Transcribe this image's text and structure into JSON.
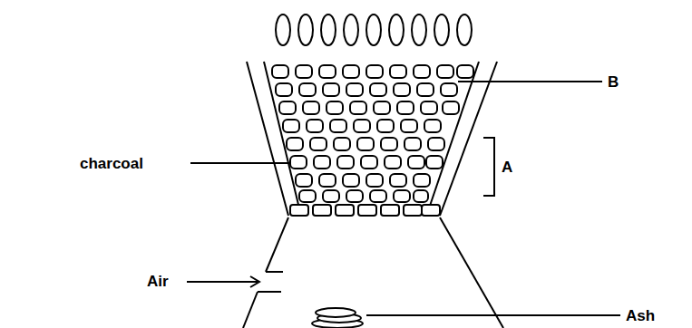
{
  "diagram": {
    "labels": [
      "B",
      "charcoal",
      "A",
      "Air",
      "Ash"
    ]
  }
}
